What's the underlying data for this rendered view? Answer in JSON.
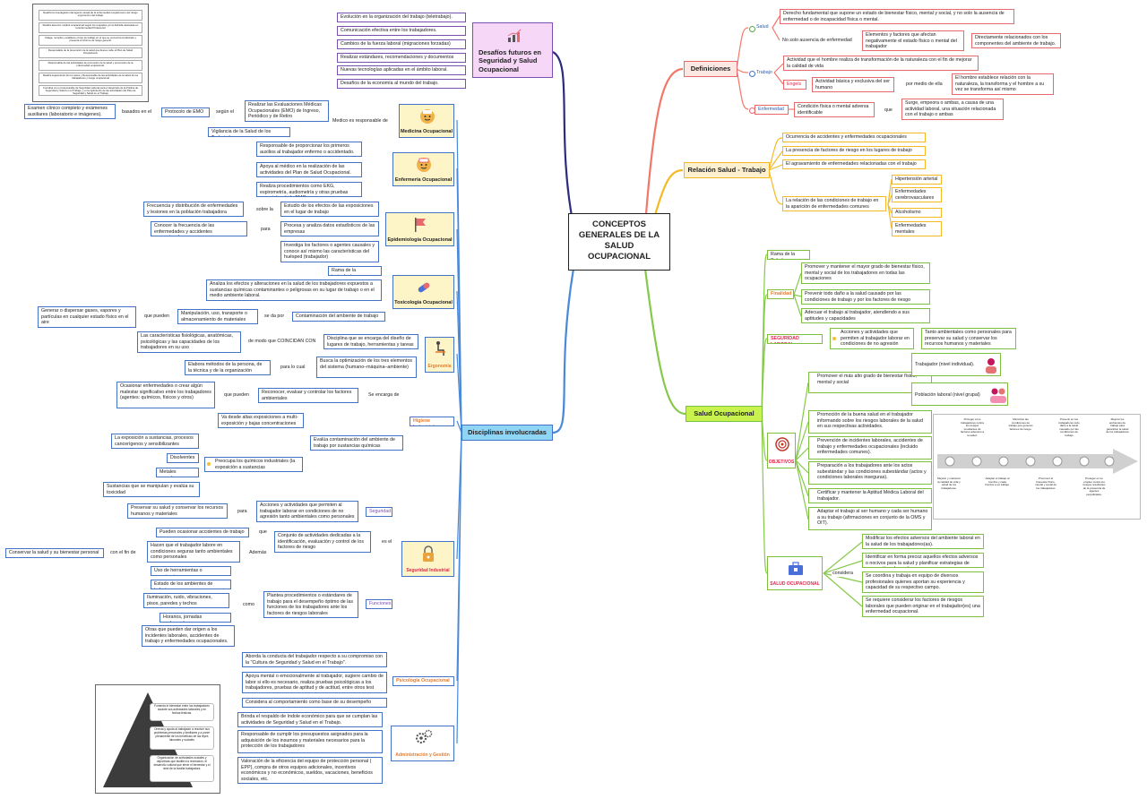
{
  "center": "CONCEPTOS GENERALES DE LA SALUD OCUPACIONAL",
  "future": {
    "title": "Desafíos futuros en Seguridad y Salud Ocupacional",
    "items": [
      "Evolución en la organización del trabajo (teletrabajo).",
      "Comunicación efectiva entre los trabajadores.",
      "Cambios de la fuerza laboral (migraciones forzadas)",
      "Realizar estándares, recomendaciones y documentos",
      "Nuevas tecnologías aplicadas en el ámbito laboral.",
      "Desafíos de la economía al mundo del trabajo."
    ]
  },
  "defs": {
    "title": "Definiciones",
    "salud": "Salud",
    "salud_def": "Derecho fundamental que supone un estado de bienestar físico, mental y social, y no solo la ausencia de enfermedad o de incapacidad física o mental.",
    "no_solo": "No solo ausencia de enfermedad",
    "elementos": "Elementos y factores que afectan negativamente el estado físico o mental del trabajador",
    "directamente": "Directamente relacionados con los componentes del ambiente de trabajo.",
    "trabajo": "Trabajo",
    "trabajo_def": "Actividad que el hombre realiza de transformación de la naturaleza con el fin de mejorar la calidad de vida",
    "engels": "Engels",
    "engels_def": "Actividad básica y exclusiva del ser humano",
    "por_medio": "por medio de ella",
    "hombre": "El hombre establece relación con la naturaleza, la transforma y el hombre a su vez se transforma así mismo",
    "enfermedad": "Enfermedad",
    "enf_def": "Condición física o mental adversa identificable",
    "que": "que",
    "surge": "Surge, empeora o ambas, a causa de una actividad laboral, una situación relacionada con el trabajo o ambas"
  },
  "relacion": {
    "title": "Relación Salud - Trabajo",
    "items": [
      "Ocurrencia de accidentes y enfermedades ocupacionales",
      "La presencia de factores de riesgo en los lugares de trabajo",
      "El agravamiento de enfermedades relacionadas con el trabajo",
      "La relación de las condiciones de trabajo en la aparición de enfermedades comunes"
    ],
    "enfs": [
      "Hipertensión arterial",
      "Enfermedades cerebrovasculares",
      "Alcoholismo",
      "Enfermedades mentales"
    ]
  },
  "so": {
    "title": "Salud Ocupacional",
    "rama": "Rama de la Salud",
    "finalidad": "Finalidad",
    "fin_items": [
      "Promover y mantener el mayor grado de bienestar físico, mental y social de los trabajadores en todas las ocupaciones",
      "Prevenir todo daño a la salud causado por las condiciones de trabajo y por los factores de riesgo",
      "Adecuar el trabajo al trabajador, atendiendo a sus aptitudes y capacidades"
    ],
    "seg_laboral": "SEGURIDAD LABORAL",
    "seg_acc": "Acciones y actividades que permiten al trabajador laborar en condiciones de no agresión",
    "seg_amb": "Tanto ambientales como personales para preservar su salud y conservar los recursos humanos y materiales",
    "objetivos": "OBJETIVOS",
    "obj_items": [
      "Promover el más alto grado de bienestar físico, mental y social",
      "Promoción de la buena salud en el trabajador informando sobre los riesgos laborales de la salud en sus respectivas actividades.",
      "Prevención de incidentes laborales, accidentes de trabajo y enfermedades ocupacionales (incluido enfermedades comunes).",
      "Preparación a los trabajadores ante los actos subestándar y las condiciones subestándar (actos y condiciones laborales inseguras).",
      "Certificar y mantener la Aptitud Médica Laboral del trabajador.",
      "Adaptar el trabajo al ser humano y cada ser humano a su trabajo (afirmaciones en conjunto de la OMS y OIT)."
    ],
    "trab_ind": "Trabajador (nivel individual).",
    "pob": "Población laboral (nivel grupal)",
    "so_caps": "SALUD OCUPACIONAL",
    "considera": "considera",
    "cons_items": [
      "Modificar los efectos adversos del ambiente laboral en la salud de los trabajadores(as).",
      "Identificar en forma precoz aquellos efectos adversos o nocivos para la salud y planificar estrategias de prevención adecuadas.",
      "Se coordina y trabaja en equipo de diversos profesionales quienes aportan su experiencia y capacidad de su respectivo campo.",
      "Se requiere considerar los factores de riesgos laborales que pueden originar en el trabajador(es) una enfermedad ocupacional."
    ]
  },
  "disc": {
    "title": "Disciplinas involucradas",
    "med": "Medicina Ocupacional",
    "med_resp": "Medico es responsable de",
    "med_eval": "Realizar las Evaluaciones Médicas Ocupacionales (EMO) de Ingreso, Periódico y de Retiro",
    "segun": "según el",
    "protocolo": "Protocolo de EMO",
    "basados": "basados en el",
    "examen": "Examen clínico completo y exámenes auxiliares (laboratorio e imágenes).",
    "vigilancia": "Vigilancia de la Salud de los Trabajadores",
    "enf": "Enfermería Ocupacional",
    "enf_items": [
      "Responsable de proporcionar los primeros auxilios al trabajador enfermo o accidentado.",
      "Apoya al médico en la realización de las actividades del Plan de Salud Ocupacional.",
      "Realiza procedimientos como EKG, espirometría, audiometría y otras pruebas especiales de la EMO"
    ],
    "epi": "Epidemiología Ocupacional",
    "epi_estudio": "Estudio de los efectos de las exposiciones en el lugar de trabajo",
    "sobre": "sobre la",
    "frecuencia": "Frecuencia y distribución de enfermedades y lesiones en la población trabajadora",
    "procesa": "Procesa y analiza datos estadísticos de las empresas",
    "para": "para",
    "conocer": "Conocer la frecuencia de las enfermedades y accidentes ocupacionales.",
    "investiga": "Investiga los factores o agentes causales y conoce así mismo las características del huésped (trabajador)",
    "tox": "Toxicología Ocupacional",
    "rama_tox": "Rama de la toxicología",
    "analiza": "Analiza los efectos y alteraciones en la salud de los trabajadores expuestos a sustancias químicas contaminantes o peligrosas en su lugar de trabajo o en el medio ambiente laboral.",
    "contaminacion": "Contaminación del ambiente de trabajo",
    "se_da_por": "se da por",
    "manipulacion": "Manipulación, uso, transporte o almacenamiento de materiales",
    "que_pueden": "que pueden",
    "generar": "Generar o dispersar gases, vapores y partículas en cualquier estado físico en el aire",
    "erg": "Ergonomía",
    "disciplina": "Disciplina que se encarga del diseño de lugares de trabajo, herramientas y tareas",
    "de_modo": "de modo que COINCIDAN CON",
    "caracteristicas": "Las características fisiológicas, anatómicas, psicológicas y las capacidades de los trabajadores en su uso",
    "busca": "Busca la optimización de los tres elementos del sistema (humano–máquina–ambiente)",
    "para_lo_cual": "para lo cual",
    "elabora": "Elabora métodos de la persona, de la técnica y de la organización",
    "hig": "Higiene Industrial",
    "se_encarga": "Se encarga de",
    "reconocer": "Reconocer, evaluar y controlar los factores ambientales",
    "que_pueden2": "que pueden",
    "ocasionar": "Ocasionar enfermedades o crear algún malestar significativo entre los trabajadores (agentes: químicos, físicos y otros)",
    "evalua": "Evalúa contaminación del ambiente de trabajo por sustancias químicas",
    "va_desde": "Va desde altas exposiciones a multi-exposición y bajas concentraciones",
    "preocupa": "Preocupa los químicos industriales (la exposición a sustancias",
    "exposicion": "La exposición a sustancias, procesos cancerígenos y sensibilizantes",
    "disolventes": "Disolventes",
    "metales": "Metales pesados",
    "sustancias": "Sustancias que se manipulan y evalúa su toxicidad",
    "seg": "Seguridad Industrial",
    "seguridad": "Seguridad",
    "acciones": "Acciones y actividades que permiten al trabajador laborar en condiciones de no agresión tanto ambientales como personales",
    "para2": "para",
    "preservar": "Preservar su salud y conservar los recursos humanos y materiales",
    "es_el": "es el",
    "conjunto": "Conjunto de actividades dedicadas a la identificación, evaluación y control de los factores de riesgo",
    "que2": "que",
    "pueden_ocasionar": "Pueden ocasionar accidentes de trabajo",
    "ademas": "Además",
    "hacen": "Hacen que el trabajador labore en condiciones seguras tanto ambientales como personales",
    "con_fin": "con el fin de",
    "conservar": "Conservar la salud y su bienestar personal",
    "funciones": "Funciones",
    "plantea": "Plantea procedimientos o estándares de trabajo para el desempeño óptimo de las funciones de los trabajadores ante los factores de riesgos laborales",
    "como": "como",
    "como_items": [
      "Uso de herramientas o maquinarias",
      "Estado de los ambientes de trabajo",
      "Iluminación, ruido, vibraciones, pisos, paredes y techos",
      "Horarios, jornadas prolongadas",
      "Otras que pueden dar origen a los incidentes laborales, accidentes de trabajo y enfermedades ocupacionales."
    ],
    "psi": "Psicología Ocupacional",
    "psi_items": [
      "Aborda la conducta del trabajador respecto a su compromiso con la \"Cultura de Seguridad y Salud en el Trabajo\".",
      "Apoya mental o emocionalmente al trabajador, sugiere cambio de labor si ello es necesario, realiza pruebas psicológicas a los trabajadores, pruebas de aptitud y de actitud, entre otros test",
      "Considera al comportamiento como base de su desempeño"
    ],
    "adm": "Administración y Gestión",
    "adm_items": [
      "Brinda el respaldo de índole económico para que se cumplan las actividades de Seguridad y Salud en el Trabajo.",
      "Responsable de cumplir los presupuestos asignados para la adquisición de los insumos y materiales necesarios para la protección de los trabajadores",
      "Valoración de la eficiencia del equipo de protección personal ( EPP), compra de otros equipos adicionales, incentivos económicos y no económicos, sueldos, vacaciones, beneficios sociales, etc."
    ]
  },
  "pyr": [
    "Fomenta el bienestar entre los trabajadores durante sus actividades laborales y en fechas festivas.",
    "Orienta y ayuda al trabajador a resolver sus problemas personales y familiares y a poner plenamente de los beneficios de las leyes laborales y sociales",
    "Organización de actividades sociales y deportivas que faciliten la recreación, el desarrollo cultural que eleve el bienestar y el nivel de la familia trabajadora."
  ],
  "thumb_items": [
    "Realiza la investigación del agente causal de la enfermedad ocupacional o del riesgo ergonómico del trabajo",
    "Realiza atención médica ocupacional según los requisitos y/o la definida declarada en la Enfermedad Profesional",
    "Indaga, recopila y establece el tipo de trabajo en el que se encuentra al afectado y presenta el informe de riesgo general.",
    "Responsable de la prevención de la salud que lleva a cabo el Plan de Salud Ocupacional.",
    "Responsable de las actividades de promoción de la salud y prevención de la enfermedad ocupacional.",
    "Realiza seguimiento de los casos y Responsable de las actividades de la salud de los trabajadores y riesgo ocupacional",
    "Coordina con el responsable de Seguridad Laboral para el desarrollo de la Política de Seguridad y Salud en el Trabajo, y el cumplimiento de las actividades del Plan de Seguridad y Salud en el Trabajo"
  ],
  "timeline": [
    "Mejorar y mantener la calidad de vida y salud de los trabajadores.",
    "Proteger a los trabajadores contra los riesgos resultantes de factores adversos a la salud.",
    "Adaptar el trabajo al hombre y cada hombre a su trabajo.",
    "Minimizar las condiciones de trabajo que generan factores de riesgo.",
    "Promover el bienestar físico, mental y social de los trabajadores",
    "Prevenir en los trabajadores todo daño a la salud causado por las condiciones de trabajo",
    "Proteger en su empleo contra los riesgos resultantes de la presencia de agentes perjudiciales.",
    "Mejorar los ambientes de trabajo para garantizar la salud de los trabajadores"
  ]
}
